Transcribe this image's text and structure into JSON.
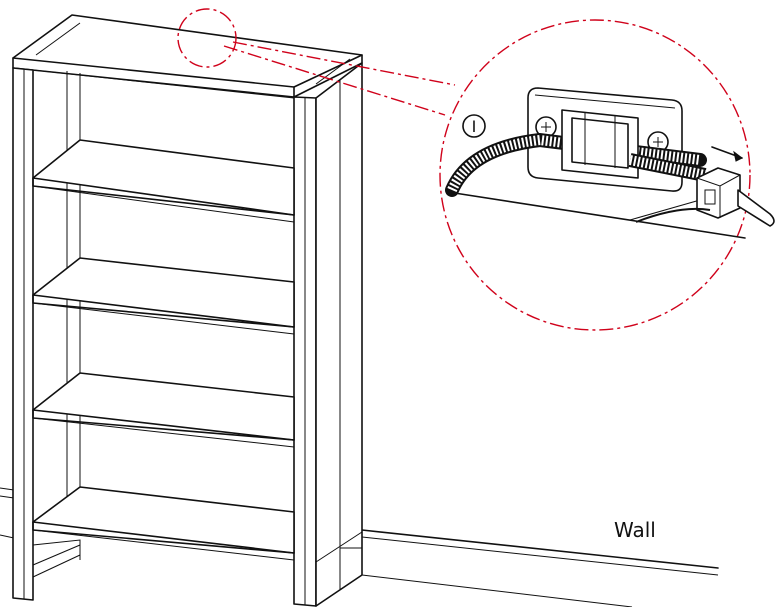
{
  "labels": {
    "wall": "Wall",
    "step_marker": "I"
  },
  "colors": {
    "line": "#111111",
    "callout": "#d0021b",
    "background": "#ffffff"
  },
  "icons": {
    "detail_callout": "dash-dot-circle",
    "pull_direction": "arrow-right"
  }
}
